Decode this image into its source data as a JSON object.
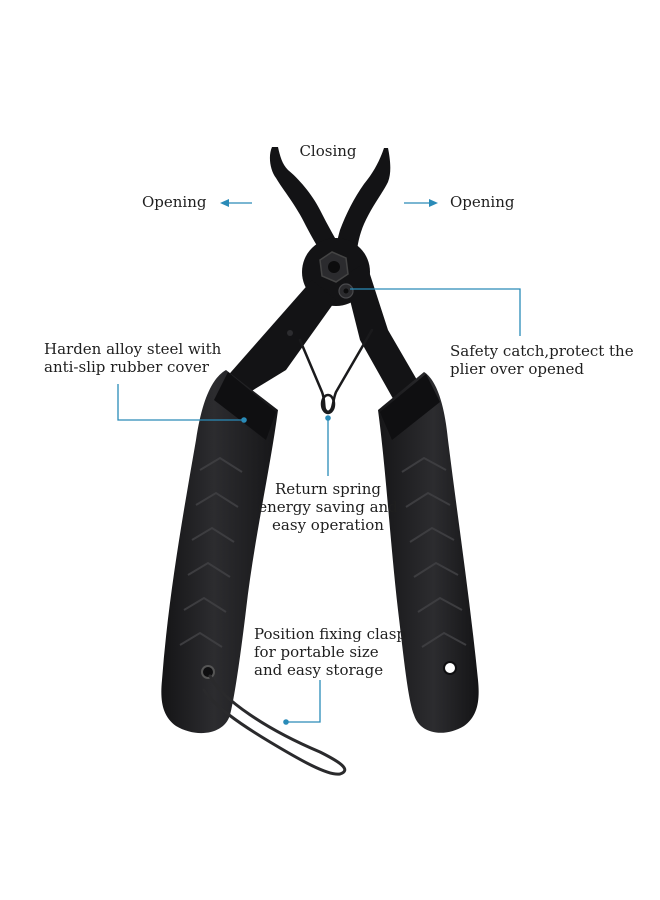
{
  "colors": {
    "accent": "#2a8bb8",
    "tool": "#1b1b1d",
    "metal": "#121214",
    "grip": "#232325"
  },
  "labels": {
    "closing": "Closing",
    "opening_left": "Opening",
    "opening_right": "Opening",
    "steel": [
      "Harden alloy steel with",
      "anti-slip rubber cover"
    ],
    "safety": [
      "Safety catch,protect the",
      "plier over opened"
    ],
    "spring": [
      "Return spring",
      "energy saving and",
      "easy operation"
    ],
    "clasp": [
      "Position fixing clasp",
      "for portable size",
      "and easy storage"
    ]
  }
}
